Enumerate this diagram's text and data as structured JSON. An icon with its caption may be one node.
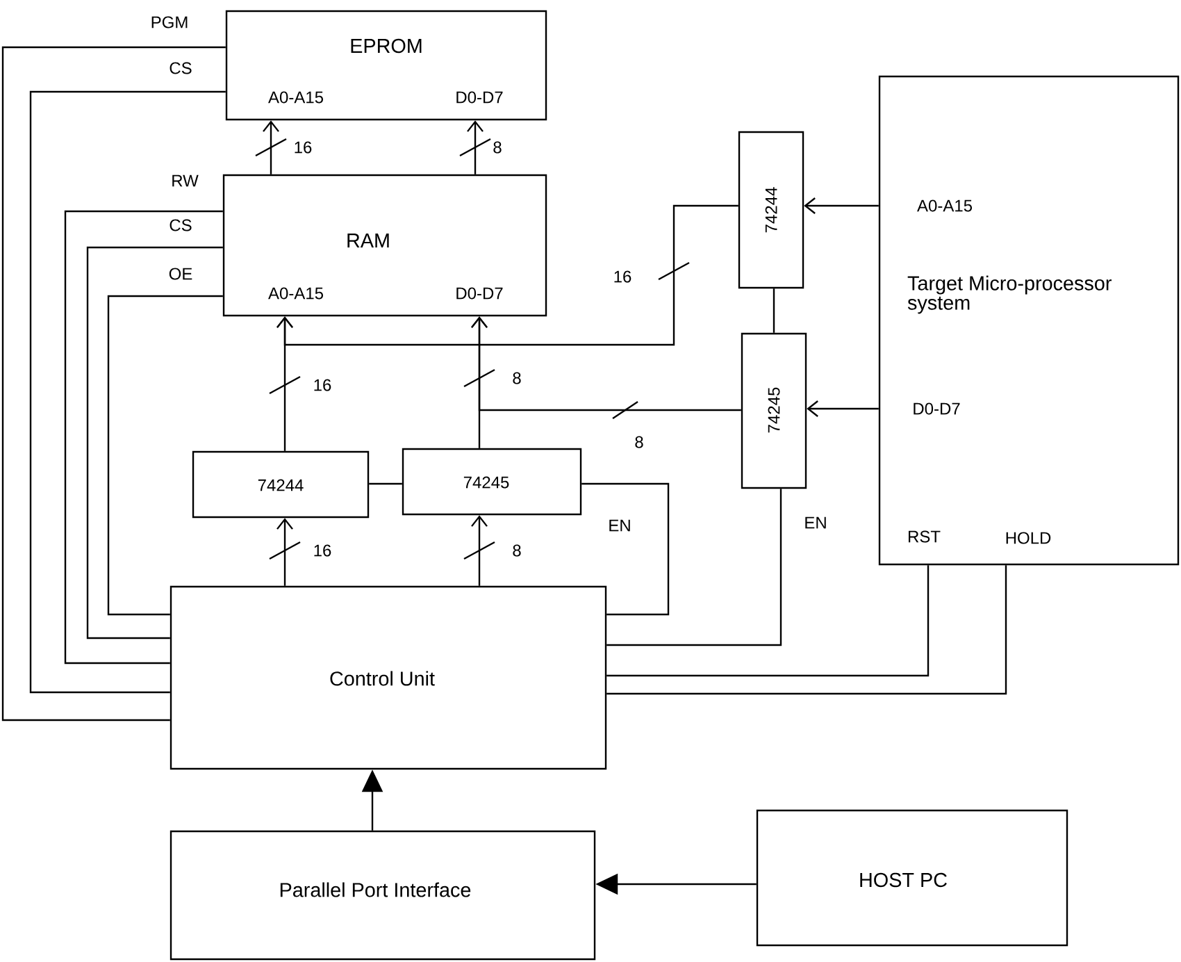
{
  "diagram": {
    "nodes": [
      {
        "text": [
          "EPROM",
          "A0-A15",
          "D0-D7"
        ]
      },
      {
        "text": [
          "RAM",
          "A0-A15",
          "D0-D7"
        ]
      },
      {
        "text": [
          "74244"
        ]
      },
      {
        "text": [
          "74245"
        ]
      },
      {
        "text": [
          "A0-A15",
          "Target Micro-processor system",
          "D0-D7",
          "RST",
          "HOLD"
        ]
      },
      {
        "text": [
          "74244"
        ]
      },
      {
        "text": [
          "74245"
        ]
      },
      {
        "text": [
          "Control Unit"
        ]
      },
      {
        "text": [
          "Parallel Port Interface"
        ]
      },
      {
        "text": [
          "HOST PC"
        ]
      }
    ],
    "edges": [
      {
        "from": 1,
        "to": 0,
        "arrow": "to",
        "label": "16"
      },
      {
        "from": 1,
        "to": 0,
        "arrow": "to",
        "label": "8"
      },
      {
        "from": 5,
        "to": 1,
        "arrow": "to",
        "label": "16"
      },
      {
        "from": 2,
        "to": 1,
        "arrow": "to",
        "label": "16"
      },
      {
        "from": 6,
        "to": 1,
        "arrow": "to",
        "label": "8"
      },
      {
        "from": 3,
        "to": 1,
        "arrow": "to",
        "label": "8"
      },
      {
        "from": 4,
        "to": 2,
        "arrow": "to"
      },
      {
        "from": 4,
        "to": 3,
        "arrow": "to"
      },
      {
        "from": 2,
        "to": 3,
        "arrow": "none"
      },
      {
        "from": 5,
        "to": 6,
        "arrow": "none"
      },
      {
        "from": 7,
        "to": 5,
        "arrow": "to",
        "label": "16"
      },
      {
        "from": 7,
        "to": 6,
        "arrow": "to",
        "label": "8"
      },
      {
        "from": 7,
        "to": 6,
        "arrow": "none",
        "label": "EN"
      },
      {
        "from": 7,
        "to": 3,
        "arrow": "none",
        "label": "EN"
      },
      {
        "from": 7,
        "to": 4,
        "arrow": "none"
      },
      {
        "from": 7,
        "to": 4,
        "arrow": "none"
      },
      {
        "from": 7,
        "to": 1,
        "arrow": "none",
        "label": "OE"
      },
      {
        "from": 7,
        "to": 1,
        "arrow": "none",
        "label": "CS"
      },
      {
        "from": 7,
        "to": 1,
        "arrow": "none",
        "label": "RW"
      },
      {
        "from": 7,
        "to": 0,
        "arrow": "none",
        "label": "CS"
      },
      {
        "from": 7,
        "to": 0,
        "arrow": "none",
        "label": "PGM"
      },
      {
        "from": 8,
        "to": 7,
        "arrow": "to"
      },
      {
        "from": 9,
        "to": 8,
        "arrow": "to"
      }
    ]
  }
}
